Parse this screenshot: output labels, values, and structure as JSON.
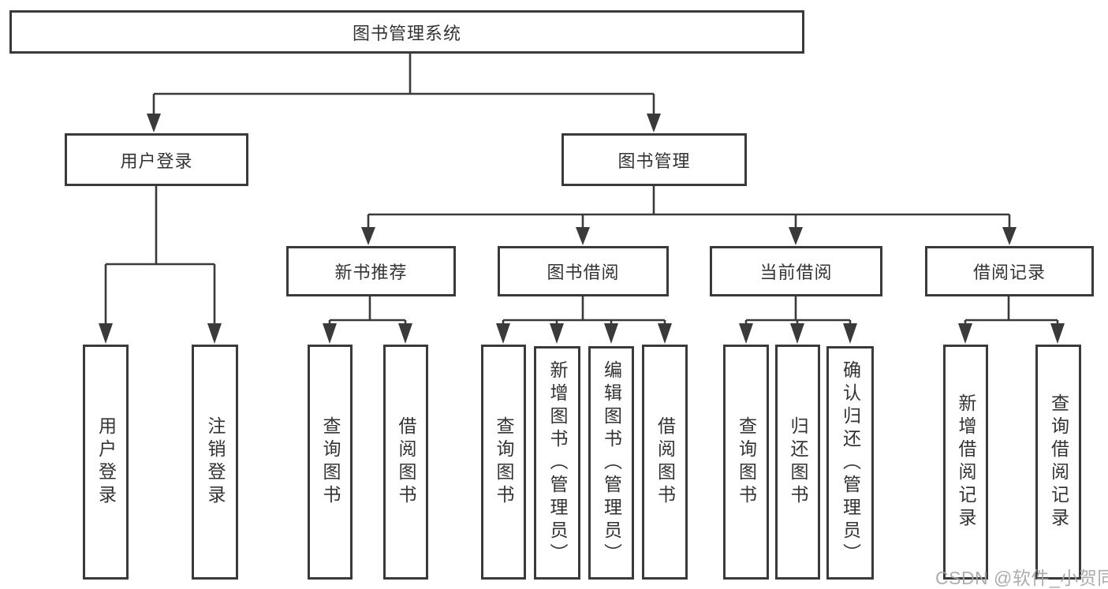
{
  "diagram": {
    "title": "图书管理系统",
    "level2": {
      "user_login": "用户登录",
      "book_management": "图书管理"
    },
    "level3": {
      "new_book_recommend": "新书推荐",
      "book_borrow": "图书借阅",
      "current_borrow": "当前借阅",
      "borrow_records": "借阅记录"
    },
    "leaves": {
      "user_login": "用户登录",
      "logout": "注销登录",
      "nb_query_books": "查询图书",
      "nb_borrow_books": "借阅图书",
      "bb_query_books": "查询图书",
      "bb_add_books_admin": "新增图书（管理员）",
      "bb_edit_books_admin": "编辑图书（管理员）",
      "bb_borrow_books": "借阅图书",
      "cb_query_books": "查询图书",
      "cb_return_books": "归还图书",
      "cb_confirm_return_admin": "确认归还（管理员）",
      "br_add_record": "新增借阅记录",
      "br_query_record": "查询借阅记录"
    }
  },
  "watermark": "CSDN @软件_小贺同学",
  "colors": {
    "line": "#3a3a3a",
    "text": "#333333",
    "background": "#ffffff",
    "watermark": "#a4a4a4"
  }
}
